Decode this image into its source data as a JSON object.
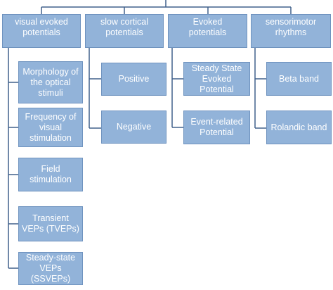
{
  "diagram": {
    "categories": [
      {
        "label": "visual evoked potentials",
        "children": [
          "Morphology of the optical stimuli",
          "Frequency of visual stimulation",
          "Field stimulation",
          "Transient VEPs (TVEPs)",
          "Steady-state VEPs (SSVEPs)"
        ]
      },
      {
        "label": "slow cortical potentials",
        "children": [
          "Positive",
          "Negative"
        ]
      },
      {
        "label": "Evoked potentials",
        "children": [
          "Steady State Evoked Potential",
          "Event-related Potential"
        ]
      },
      {
        "label": "sensorimotor rhythms",
        "children": [
          "Beta band",
          "Rolandic band"
        ]
      }
    ]
  },
  "colors": {
    "box_fill": "#92b3d9",
    "box_border": "#6f93bf",
    "box_text": "#ffffff",
    "connector": "#41618b"
  }
}
